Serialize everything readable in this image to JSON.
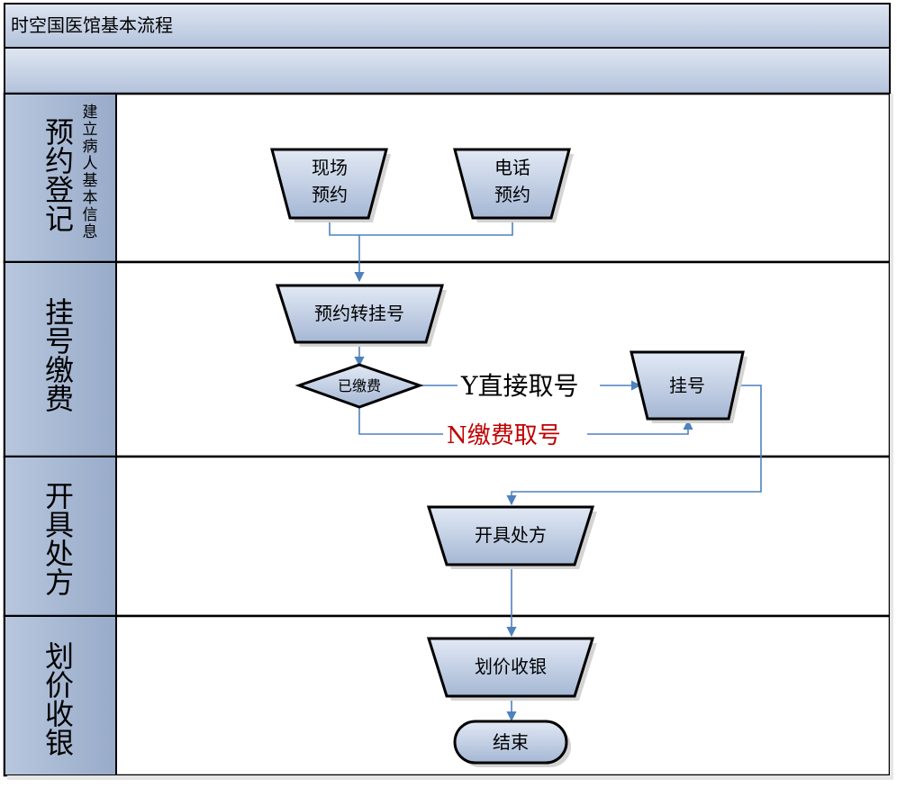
{
  "title": "时空国医馆基本流程",
  "colors": {
    "header_fill_top": "#d7e0ee",
    "header_fill_bottom": "#b3c2db",
    "lane_fill": "#a7b8d2",
    "node_fill_top": "#dde6f3",
    "node_fill_bottom": "#a9bad6",
    "arrow": "#4f81bd",
    "border": "#000000",
    "red_label": "#c00000"
  },
  "lanes": [
    {
      "label": "预约登记",
      "sublabel": "建立病人基本信息"
    },
    {
      "label": "挂号缴费"
    },
    {
      "label": "开具处方"
    },
    {
      "label": "划价收银"
    }
  ],
  "nodes": {
    "onsite": "现场\n预约",
    "phone": "电话\n预约",
    "convert": "预约转挂号",
    "paid": "已缴费",
    "register": "挂号",
    "prescribe": "开具处方",
    "cashier": "划价收银",
    "end": "结束"
  },
  "edges": {
    "yes_label": "Y直接取号",
    "no_label": "N缴费取号"
  }
}
